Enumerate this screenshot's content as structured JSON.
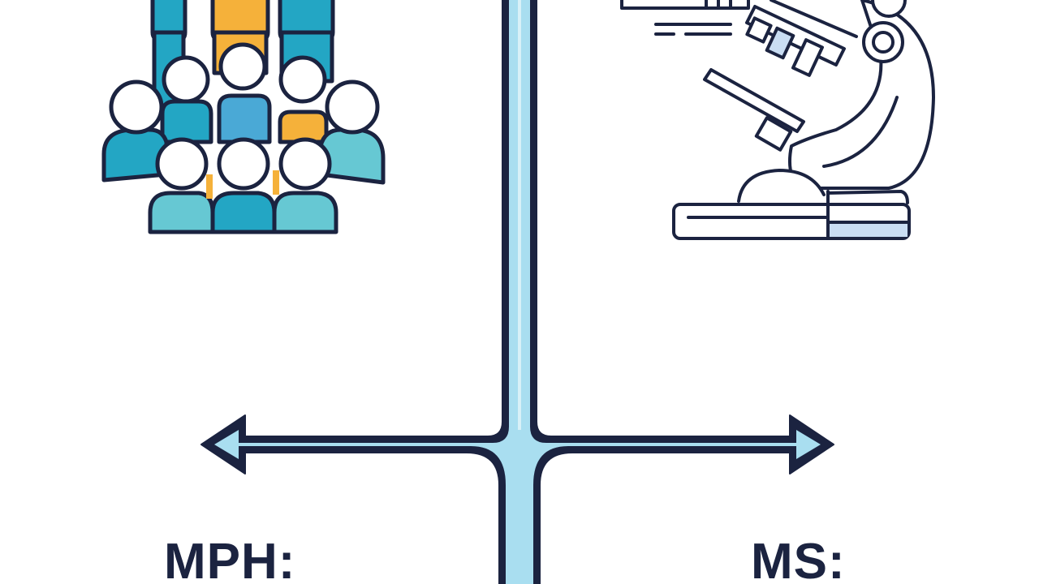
{
  "labels": {
    "left": "MPH:",
    "right": "MS:"
  },
  "icons": {
    "left": "population-crowd-icon",
    "right": "microscope-icon",
    "divider": "fork-arrow-divider"
  },
  "colors": {
    "outline": "#1b2340",
    "arrow_fill": "#a9def0",
    "teal": "#23a6c4",
    "light_teal": "#66c8d3",
    "mid_blue": "#4aa9d6",
    "orange": "#f5b13a",
    "pale_blue": "#c9ddf3"
  }
}
